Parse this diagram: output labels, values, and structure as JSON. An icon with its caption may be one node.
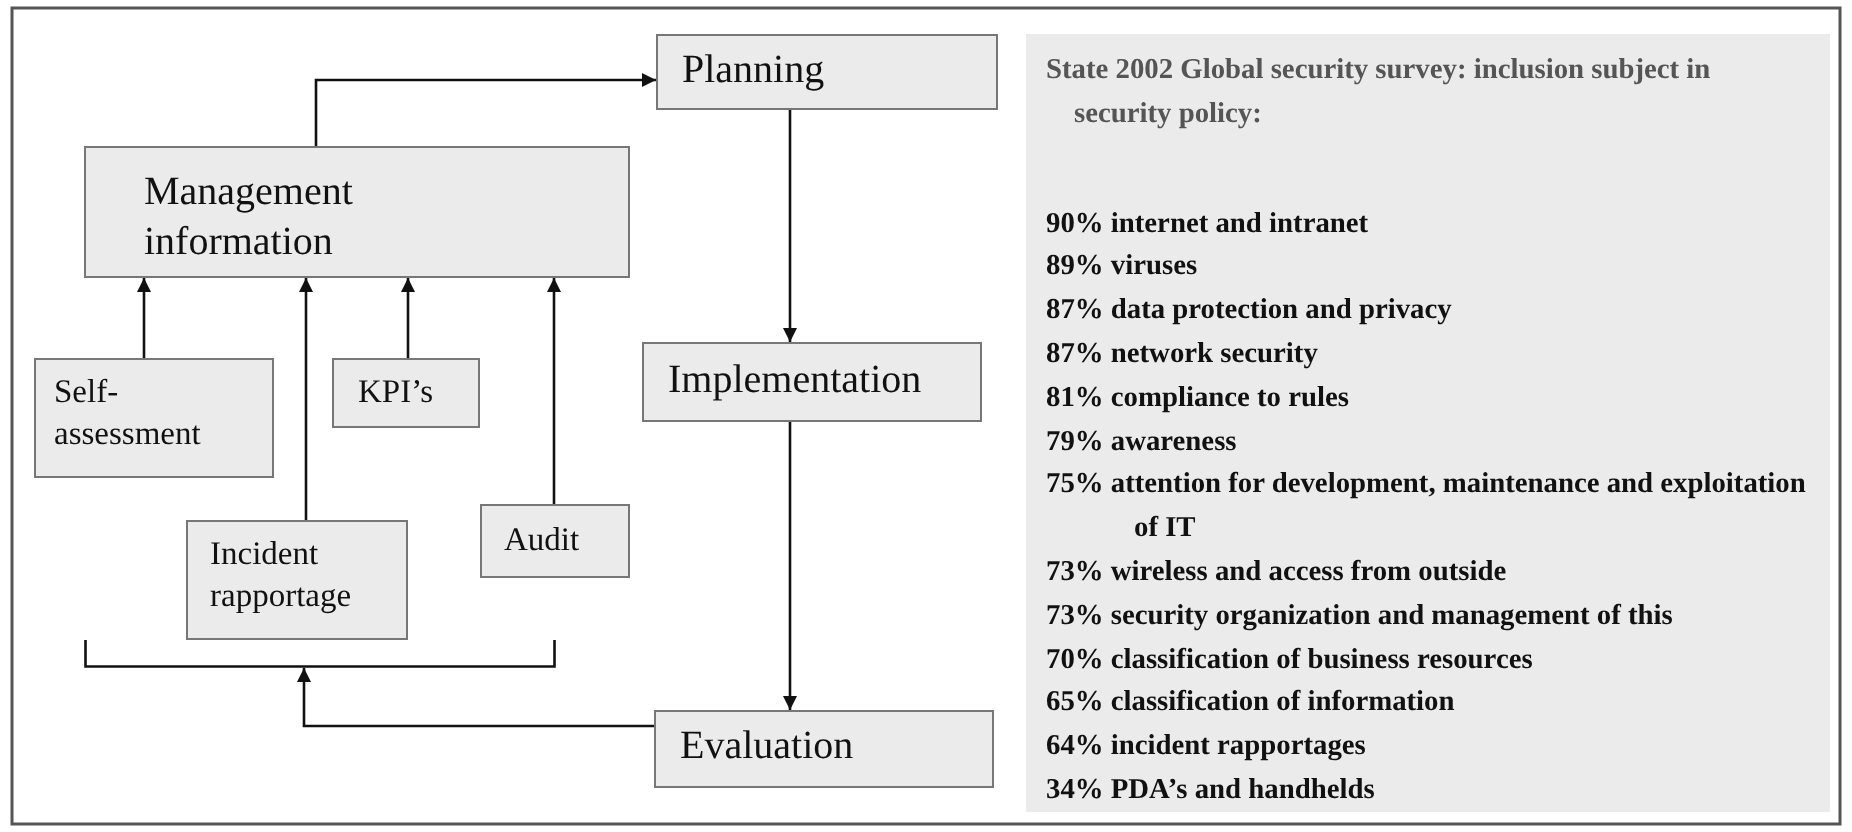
{
  "diagram": {
    "nodes": [
      {
        "text": [
          "Planning"
        ]
      },
      {
        "text": [
          "Management information"
        ]
      },
      {
        "text": [
          "Self- assessment"
        ]
      },
      {
        "text": [
          "KPI’s"
        ]
      },
      {
        "text": [
          "Implementation"
        ]
      },
      {
        "text": [
          "Audit"
        ]
      },
      {
        "text": [
          "Incident rapportage"
        ]
      },
      {
        "text": [],
        "shape": "bracket"
      },
      {
        "text": [
          "Evaluation"
        ]
      },
      {
        "text": [
          "State 2002 Global security survey: inclusion subject in security policy:",
          "90% internet and intranet",
          "89% viruses",
          "87% data protection and privacy",
          "87% network security",
          "81% compliance to rules",
          "79% awareness",
          "75% attention for development, maintenance and exploitation of IT",
          "73% wireless and access from outside",
          "73% security organization and management of this",
          "70% classification of business resources",
          "65% classification of information",
          "64% incident rapportages",
          "34% PDA’s and handhelds"
        ]
      }
    ],
    "edges": [
      {
        "from": 1,
        "to": 0,
        "arrow": "to"
      },
      {
        "from": 0,
        "to": 4,
        "arrow": "to"
      },
      {
        "from": 4,
        "to": 8,
        "arrow": "to"
      },
      {
        "from": 8,
        "to": 7,
        "arrow": "to"
      },
      {
        "from": 2,
        "to": 1,
        "arrow": "to"
      },
      {
        "from": 6,
        "to": 1,
        "arrow": "to"
      },
      {
        "from": 3,
        "to": 1,
        "arrow": "to"
      },
      {
        "from": 5,
        "to": 1,
        "arrow": "to"
      }
    ]
  }
}
